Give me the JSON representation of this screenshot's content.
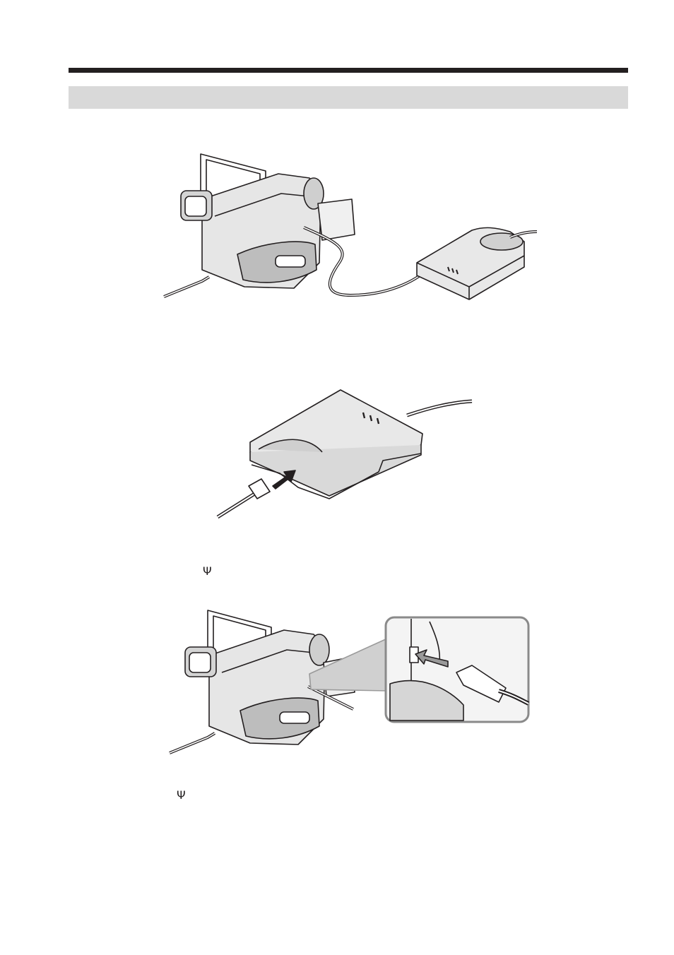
{
  "page": {
    "colors": {
      "ink": "#231f20",
      "band": "#d9d9d9",
      "paper": "#ffffff",
      "shade": "#c9c9c9",
      "mid": "#9a9a9a"
    }
  },
  "icons": {
    "usb_mark_1": "Ψ",
    "usb_mark_2": "Ψ"
  },
  "figures": [
    {
      "id": "camcorder-to-modem",
      "icon": "camcorder-icon"
    },
    {
      "id": "phone-cable-into-modem",
      "icon": "modem-icon"
    },
    {
      "id": "usb-cable-into-camcorder",
      "icon": "usb-plug-icon"
    }
  ]
}
